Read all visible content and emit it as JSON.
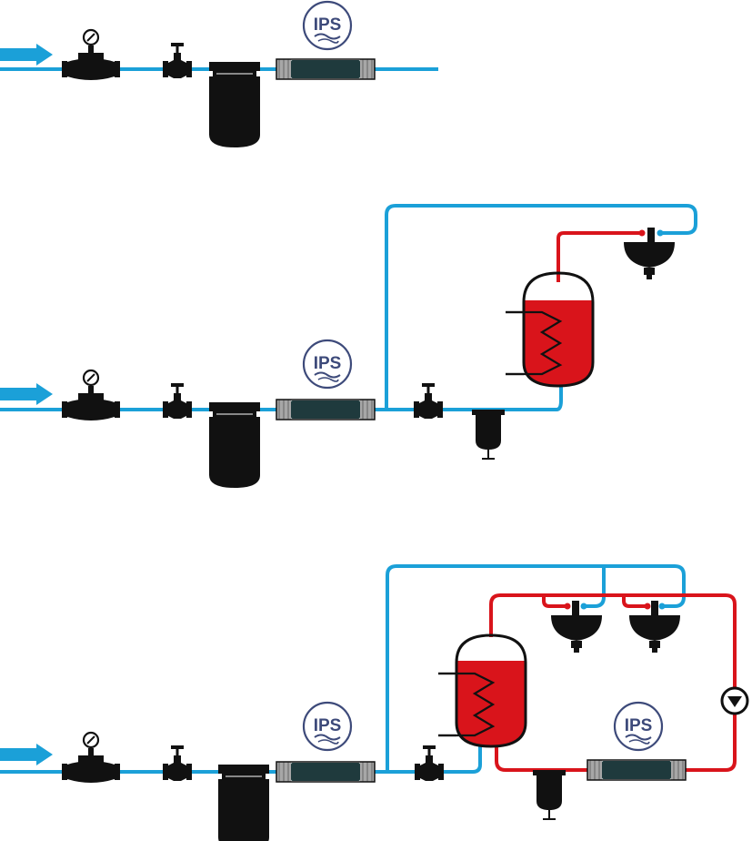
{
  "colors": {
    "cold": "#1ba0d8",
    "hot": "#d9141b",
    "component": "#111111",
    "filter_body": "#1f3a3d",
    "fitting": "#a7a7a7",
    "logo": "#3d4a7a",
    "background": "#ffffff"
  },
  "logo_text": "IPS",
  "icons": [
    "flow-arrow-icon",
    "pressure-gauge-icon",
    "water-meter-icon",
    "shutoff-valve-icon",
    "cartridge-filter-icon",
    "ips-inline-unit-icon",
    "water-heater-tank-icon",
    "washbasin-icon",
    "small-filter-icon",
    "circulation-pump-icon"
  ],
  "diagrams": [
    {
      "variant": "basic-supply"
    },
    {
      "variant": "supply-with-water-heater"
    },
    {
      "variant": "supply-with-heater-and-circulation"
    }
  ]
}
